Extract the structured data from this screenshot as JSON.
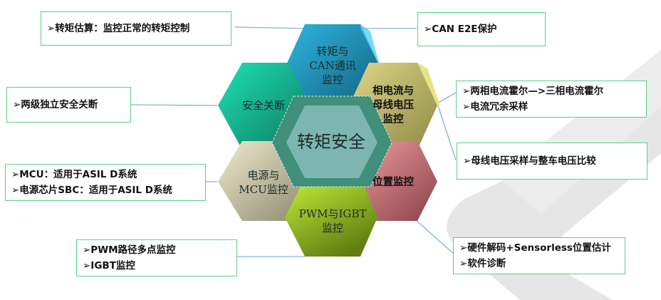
{
  "diagram": {
    "center": {
      "label": "转矩安全"
    },
    "hexagons": [
      {
        "id": "torque-can",
        "label": "转矩与\nCAN通讯\n监控",
        "color": "#1f8fb8"
      },
      {
        "id": "safety-shutdown",
        "label": "安全关断",
        "color": "#1bb394"
      },
      {
        "id": "current-voltage",
        "label": "相电流与\n母线电压\n监控",
        "color": "#c9c27a"
      },
      {
        "id": "power-mcu",
        "label": "电源与\nMCU监控",
        "color": "#cfc9a4"
      },
      {
        "id": "position",
        "label": "位置监控",
        "color": "#d67f84"
      },
      {
        "id": "pwm-igbt",
        "label": "PWM与IGBT\n监控",
        "color": "#9fd22a"
      }
    ],
    "boxes": [
      {
        "id": "box-torque-estimate",
        "lines": [
          "➢转矩估算：监控正常的转矩控制"
        ]
      },
      {
        "id": "box-can-e2e",
        "lines": [
          "➢CAN E2E保护"
        ]
      },
      {
        "id": "box-two-level",
        "lines": [
          "➢两级独立安全关断"
        ]
      },
      {
        "id": "box-hall",
        "lines": [
          "➢两相电流霍尔—>三相电流霍尔",
          "➢电流冗余采样"
        ]
      },
      {
        "id": "box-bus-voltage",
        "lines": [
          "➢母线电压采样与整车电压比较"
        ]
      },
      {
        "id": "box-mcu-sbc",
        "lines": [
          "➢MCU：适用于ASIL D系统",
          "➢电源芯片SBC：适用于ASIL D系统"
        ]
      },
      {
        "id": "box-pwm",
        "lines": [
          "➢PWM路径多点监控",
          "➢IGBT监控"
        ]
      },
      {
        "id": "box-position",
        "lines": [
          "➢硬件解码+Sensorless位置估计",
          "➢软件诊断"
        ]
      }
    ],
    "colors": {
      "box_border": "#5ccf8a",
      "connector": "#7fb3e0",
      "background_shape": "#e6e6e6"
    }
  }
}
